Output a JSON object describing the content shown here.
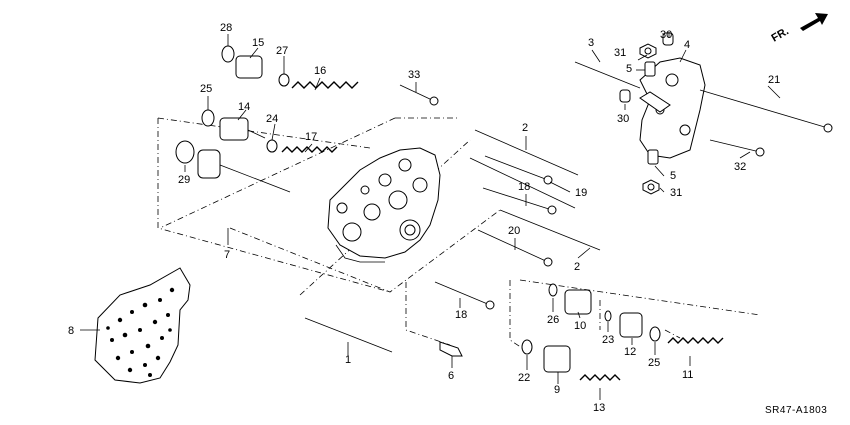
{
  "diagram": {
    "code": "SR47-A1803",
    "direction_label": "FR.",
    "callouts": [
      {
        "id": "c1",
        "label": "1"
      },
      {
        "id": "c2a",
        "label": "2"
      },
      {
        "id": "c2b",
        "label": "2"
      },
      {
        "id": "c3",
        "label": "3"
      },
      {
        "id": "c4",
        "label": "4"
      },
      {
        "id": "c5a",
        "label": "5"
      },
      {
        "id": "c5b",
        "label": "5"
      },
      {
        "id": "c6",
        "label": "6"
      },
      {
        "id": "c7",
        "label": "7"
      },
      {
        "id": "c8",
        "label": "8"
      },
      {
        "id": "c9",
        "label": "9"
      },
      {
        "id": "c10",
        "label": "10"
      },
      {
        "id": "c11",
        "label": "11"
      },
      {
        "id": "c12",
        "label": "12"
      },
      {
        "id": "c13",
        "label": "13"
      },
      {
        "id": "c14",
        "label": "14"
      },
      {
        "id": "c15",
        "label": "15"
      },
      {
        "id": "c16",
        "label": "16"
      },
      {
        "id": "c17",
        "label": "17"
      },
      {
        "id": "c18a",
        "label": "18"
      },
      {
        "id": "c18b",
        "label": "18"
      },
      {
        "id": "c19",
        "label": "19"
      },
      {
        "id": "c20",
        "label": "20"
      },
      {
        "id": "c21",
        "label": "21"
      },
      {
        "id": "c22",
        "label": "22"
      },
      {
        "id": "c23",
        "label": "23"
      },
      {
        "id": "c24",
        "label": "24"
      },
      {
        "id": "c25a",
        "label": "25"
      },
      {
        "id": "c25b",
        "label": "25"
      },
      {
        "id": "c26",
        "label": "26"
      },
      {
        "id": "c27",
        "label": "27"
      },
      {
        "id": "c28",
        "label": "28"
      },
      {
        "id": "c29",
        "label": "29"
      },
      {
        "id": "c30a",
        "label": "30"
      },
      {
        "id": "c30b",
        "label": "30"
      },
      {
        "id": "c31a",
        "label": "31"
      },
      {
        "id": "c31b",
        "label": "31"
      },
      {
        "id": "c32",
        "label": "32"
      },
      {
        "id": "c33",
        "label": "33"
      }
    ]
  }
}
